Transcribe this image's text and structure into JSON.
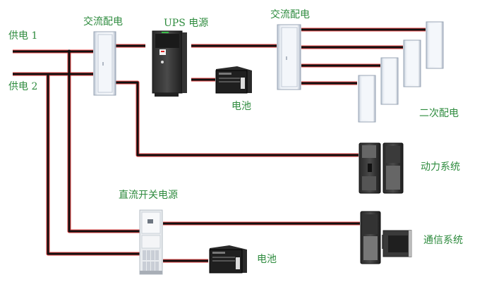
{
  "labels": {
    "feed1": "供电 1",
    "feed2": "供电 2",
    "ac_dist_main": "交流配电",
    "ups": "UPS 电源",
    "ac_dist_secondary": "交流配电",
    "battery_ups": "电池",
    "secondary_dist": "二次配电",
    "power_system": "动力系统",
    "dc_switch_power": "直流开关电源",
    "comm_system": "通信系统",
    "battery_dc": "电池"
  },
  "colors": {
    "label": "#2e8b3e",
    "wire": "#111111",
    "wire_glow": "#e02020"
  }
}
